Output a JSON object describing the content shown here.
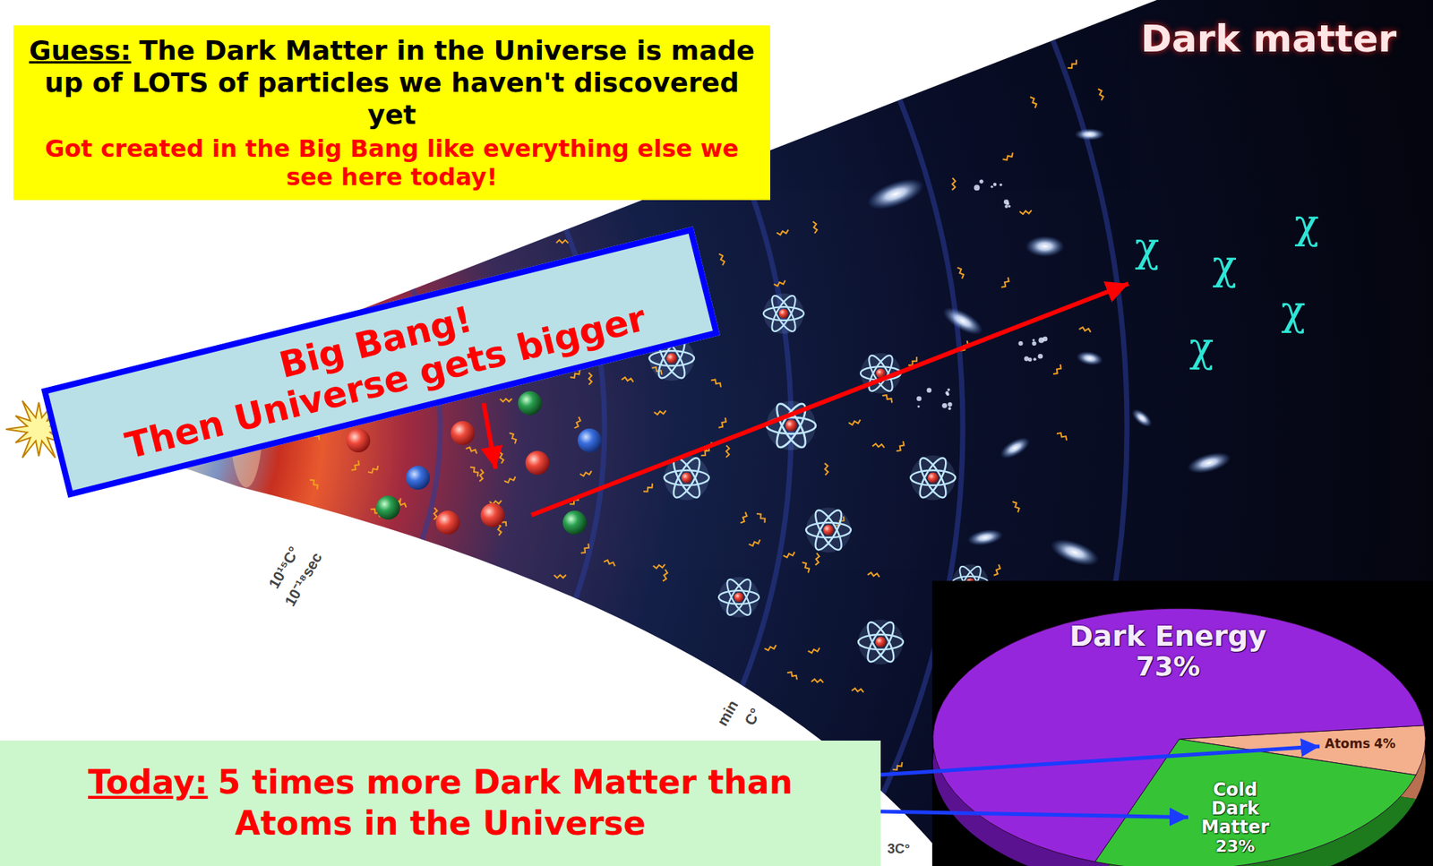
{
  "diagram": {
    "nodes": [
      {
        "text": [
          "Guess:",
          "The Dark Matter in the Universe is made up of LOTS of particles we haven't discovered yet",
          "Got created in the Big Bang like everything else we see here today!"
        ]
      },
      {
        "text": [
          "Big Bang!",
          "Then Universe gets bigger"
        ]
      },
      {
        "text": [
          "Today:",
          "5 times more Dark Matter than Atoms in the Universe"
        ]
      },
      {
        "text": [
          "Dark Energy",
          "73%"
        ]
      },
      {
        "text": [
          "Atoms",
          "4%"
        ]
      },
      {
        "text": [
          "Cold Dark Matter",
          "23%"
        ]
      }
    ],
    "edges": [
      {
        "from": 2,
        "to": 4,
        "arrow": "to"
      },
      {
        "from": 2,
        "to": 5,
        "arrow": "to"
      }
    ],
    "labels": [
      "Dark matter",
      "χ",
      "χ",
      "χ",
      "χ",
      "χ",
      "10¹⁵C°",
      "10⁻¹⁸sec",
      "min",
      "C°",
      "3C°"
    ]
  }
}
